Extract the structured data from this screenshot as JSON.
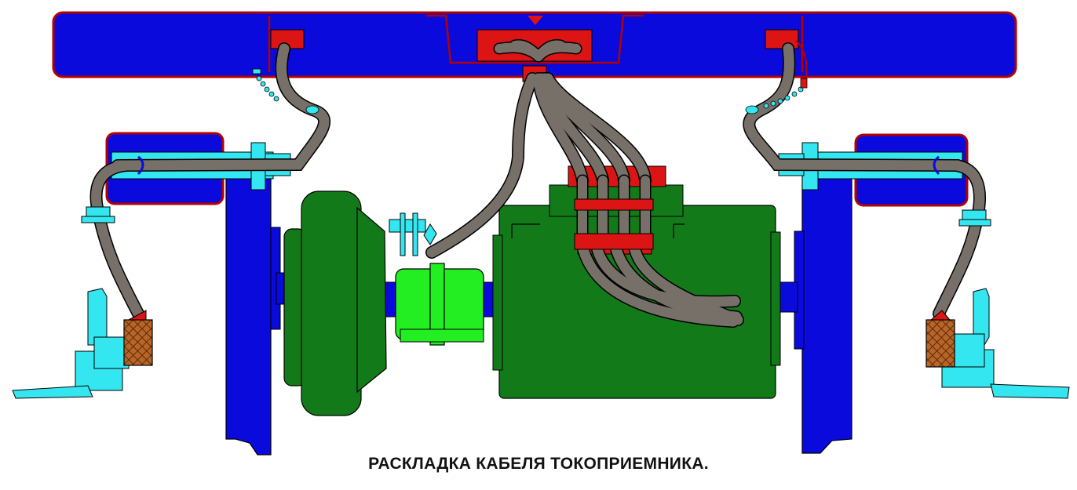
{
  "caption": "РАСКЛАДКА КАБЕЛЯ ТОКОПРИЕМНИКА.",
  "colors": {
    "frame": "#0a0adc",
    "frame_outline": "#b40000",
    "connector": "#dc1414",
    "motor": "#137a1a",
    "coupling": "#22ee22",
    "fittings": "#33e6f0",
    "cable": "#777068",
    "brush_box": "#b96528"
  },
  "components": [
    {
      "name": "bogie-frame-crossbeam",
      "icon": "blue-beam"
    },
    {
      "name": "central-terminal-box",
      "icon": "red-connector"
    },
    {
      "name": "traction-motor",
      "icon": "green-block"
    },
    {
      "name": "gear-case",
      "icon": "green-drum"
    },
    {
      "name": "elastic-coupling",
      "icon": "green-cylinder"
    },
    {
      "name": "motor-terminal-block",
      "icon": "red-clamp"
    },
    {
      "name": "side-frame-left",
      "icon": "blue-column"
    },
    {
      "name": "side-frame-right",
      "icon": "blue-column"
    },
    {
      "name": "cable-clamp-box-left",
      "icon": "blue-box"
    },
    {
      "name": "cable-clamp-box-right",
      "icon": "blue-box"
    },
    {
      "name": "current-collector-shoe-left",
      "icon": "cyan-shoe"
    },
    {
      "name": "current-collector-shoe-right",
      "icon": "cyan-shoe"
    },
    {
      "name": "fuse-holder-left",
      "icon": "brown-mesh"
    },
    {
      "name": "fuse-holder-right",
      "icon": "brown-mesh"
    }
  ]
}
